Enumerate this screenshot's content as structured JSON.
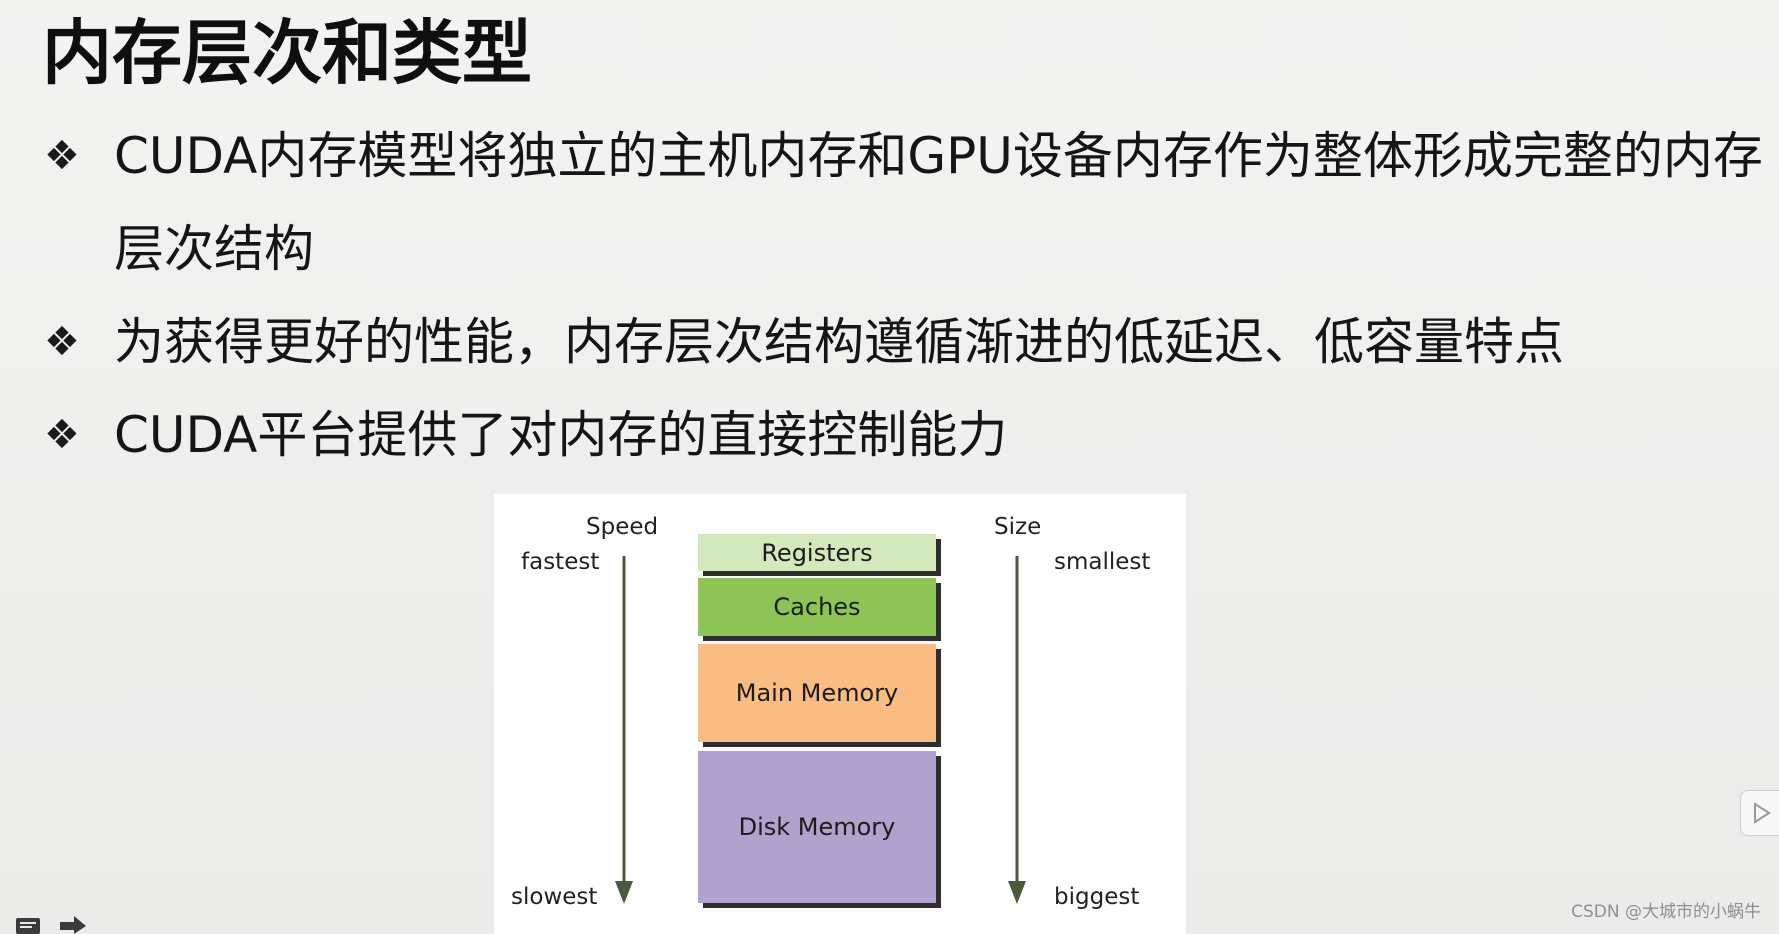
{
  "slide": {
    "title": "内存层次和类型",
    "bullets": [
      {
        "glyph": "❖",
        "text": "CUDA内存模型将独立的主机内存和GPU设备内存作为整体形成完整的内存层次结构"
      },
      {
        "glyph": "❖",
        "text": "为获得更好的性能，内存层次结构遵循渐进的低延迟、低容量特点"
      },
      {
        "glyph": "❖",
        "text": "CUDA平台提供了对内存的直接控制能力"
      }
    ]
  },
  "diagram": {
    "speed_label": "Speed",
    "speed_top": "fastest",
    "speed_bottom": "slowest",
    "size_label": "Size",
    "size_top": "smallest",
    "size_bottom": "biggest",
    "arrow_color": "#4a5a3a",
    "layers": [
      {
        "label": "Registers",
        "color": "#d4e8be"
      },
      {
        "label": "Caches",
        "color": "#8ec455"
      },
      {
        "label": "Main Memory",
        "color": "#f9bc83"
      },
      {
        "label": "Disk Memory",
        "color": "#b1a2cd"
      }
    ]
  },
  "watermark": "CSDN @大城市的小蜗牛",
  "icons": {
    "bottom_left": [
      "notes-icon",
      "forward-arrow-icon"
    ],
    "right_edge": "play-icon"
  }
}
